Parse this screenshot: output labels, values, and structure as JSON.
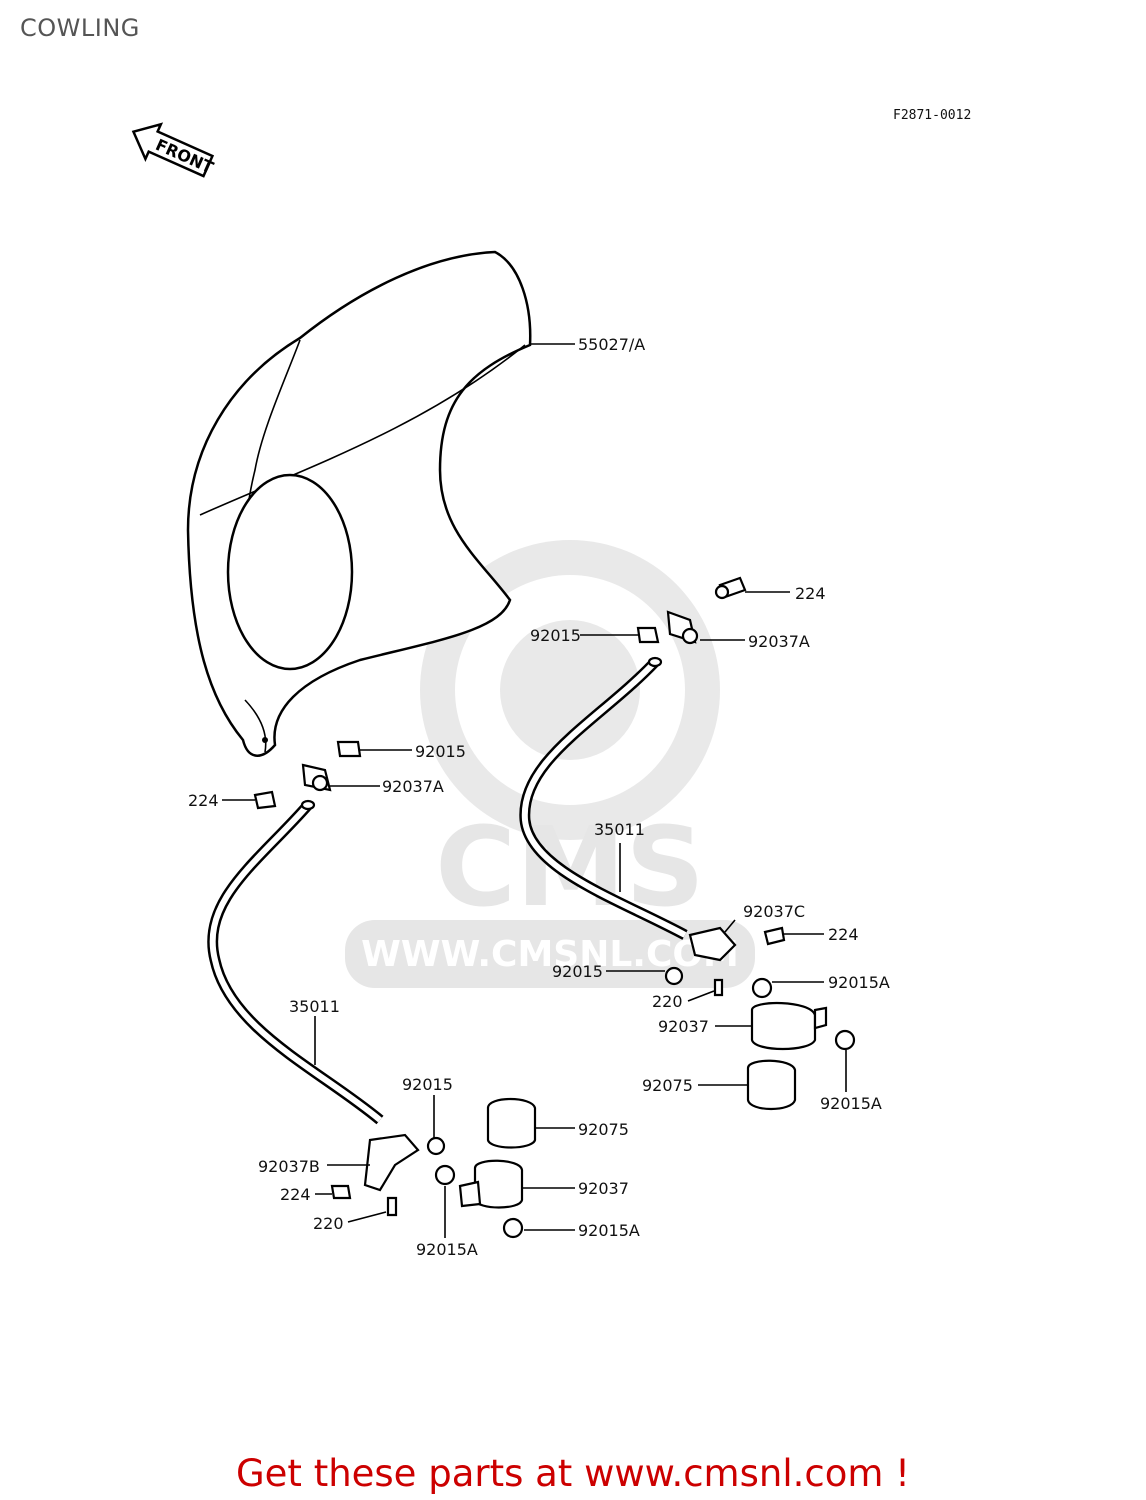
{
  "page": {
    "title": "COWLING"
  },
  "diagram": {
    "code": "F2871-0012",
    "front_arrow": "FRONT",
    "watermark": {
      "brand": "CMS",
      "url": "WWW.CMSNL.COM"
    },
    "callouts": [
      {
        "id": "c1",
        "label": "55027/A"
      },
      {
        "id": "c2",
        "label": "224"
      },
      {
        "id": "c3",
        "label": "92015"
      },
      {
        "id": "c4",
        "label": "92037A"
      },
      {
        "id": "c5",
        "label": "92015"
      },
      {
        "id": "c6",
        "label": "92037A"
      },
      {
        "id": "c7",
        "label": "224"
      },
      {
        "id": "c8",
        "label": "35011"
      },
      {
        "id": "c9",
        "label": "92037C"
      },
      {
        "id": "c10",
        "label": "224"
      },
      {
        "id": "c11",
        "label": "92015"
      },
      {
        "id": "c12",
        "label": "92015A"
      },
      {
        "id": "c13",
        "label": "220"
      },
      {
        "id": "c14",
        "label": "92037"
      },
      {
        "id": "c15",
        "label": "92075"
      },
      {
        "id": "c16",
        "label": "92015A"
      },
      {
        "id": "c17",
        "label": "35011"
      },
      {
        "id": "c18",
        "label": "92015"
      },
      {
        "id": "c19",
        "label": "92075"
      },
      {
        "id": "c20",
        "label": "92037B"
      },
      {
        "id": "c21",
        "label": "224"
      },
      {
        "id": "c22",
        "label": "92037"
      },
      {
        "id": "c23",
        "label": "220"
      },
      {
        "id": "c24",
        "label": "92015A"
      },
      {
        "id": "c25",
        "label": "92015A"
      }
    ]
  },
  "footer": {
    "text": "Get these parts at www.cmsnl.com !"
  }
}
